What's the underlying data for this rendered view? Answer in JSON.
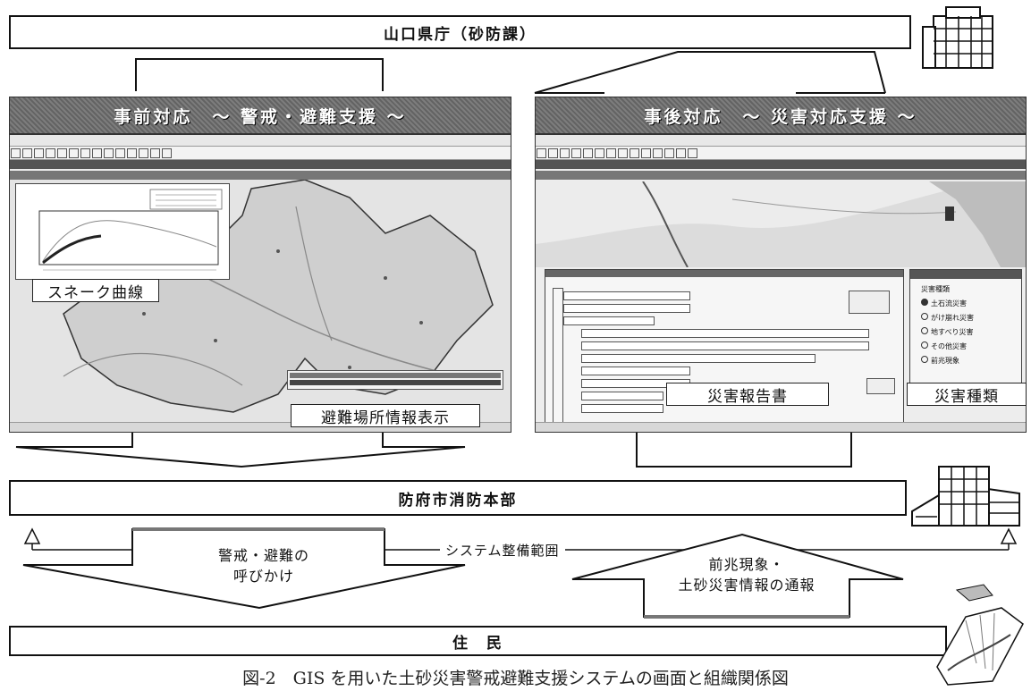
{
  "top_bar": {
    "label": "山口県庁（砂防課）"
  },
  "left_panel": {
    "title": "事前対応　～ 警戒・避難支援 ～",
    "callouts": {
      "snake": "スネーク曲線",
      "shelter": "避難場所情報表示"
    }
  },
  "right_panel": {
    "title": "事後対応　～ 災害対応支援 ～",
    "callouts": {
      "report": "災害報告書",
      "type": "災害種類"
    },
    "disaster_types": {
      "heading": "災害種類",
      "options": [
        "土石流災害",
        "がけ崩れ災害",
        "地すべり災害",
        "その他災害",
        "前兆現象"
      ]
    }
  },
  "middle_bar": {
    "label": "防府市消防本部"
  },
  "system_scope": "システム整備範囲",
  "down_arrow": {
    "line1": "警戒・避難の",
    "line2": "呼びかけ"
  },
  "up_arrow": {
    "line1": "前兆現象・",
    "line2": "土砂災害情報の通報"
  },
  "bottom_bar": {
    "label": "住　民"
  },
  "caption": "図-2　GIS を用いた土砂災害警戒避難支援システムの画面と組織関係図",
  "colors": {
    "title_bg": "#6b6b6b",
    "line": "#111111",
    "map_land": "#d9d9d9",
    "map_river": "#9a9a9a"
  }
}
